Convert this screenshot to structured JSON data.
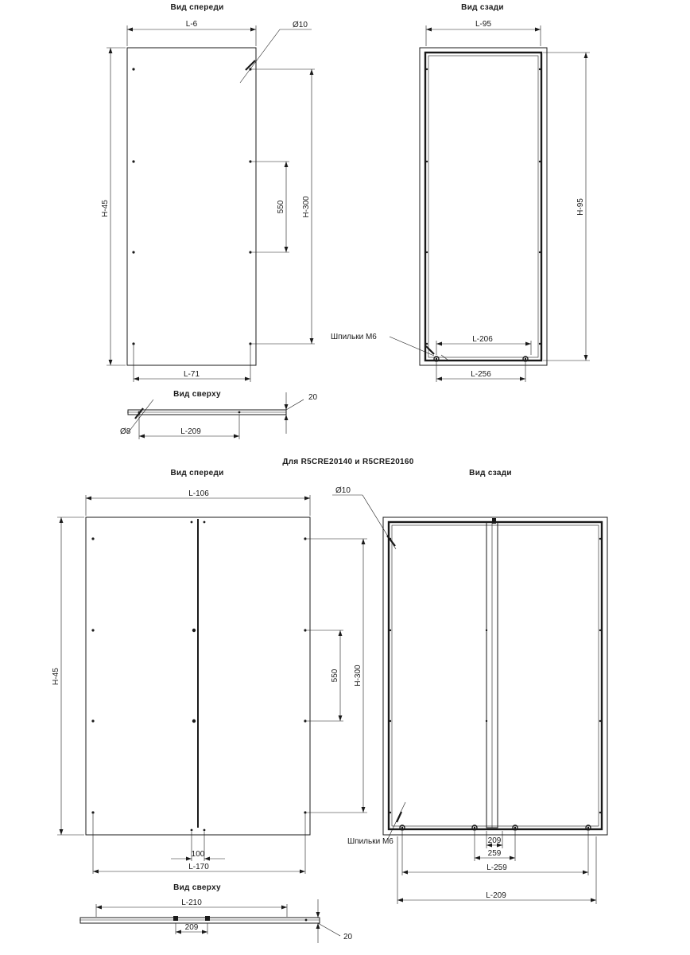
{
  "titles": {
    "front_1": "Вид спереди",
    "back_1": "Вид сзади",
    "top_1": "Вид сверху",
    "caption": "Для R5CRE20140 и R5CRE20160",
    "front_2": "Вид спереди",
    "back_2": "Вид сзади",
    "top_2": "Вид сверху"
  },
  "labels": {
    "f1_width": "L-6",
    "f1_hole": "Ø10",
    "f1_height": "H-45",
    "f1_pitch": "550",
    "f1_inner_h": "H-300",
    "f1_bottom": "L-71",
    "b1_width": "L-95",
    "b1_height": "H-95",
    "b1_studs": "Шпильки M6",
    "b1_inner": "L-206",
    "b1_bottom": "L-256",
    "t1_hole": "Ø8",
    "t1_depth": "20",
    "t1_width": "L-209",
    "f2_width": "L-106",
    "f2_height": "H-45",
    "f2_pitch": "550",
    "f2_inner_h": "H-300",
    "f2_center": "100",
    "f2_bottom": "L-170",
    "b2_hole": "Ø10",
    "b2_studs": "Шпильки M6",
    "b2_d1": "209",
    "b2_d2": "259",
    "b2_d3": "L-259",
    "b2_d4": "L-209",
    "t2_width": "L-210",
    "t2_inner": "209",
    "t2_depth": "20"
  }
}
